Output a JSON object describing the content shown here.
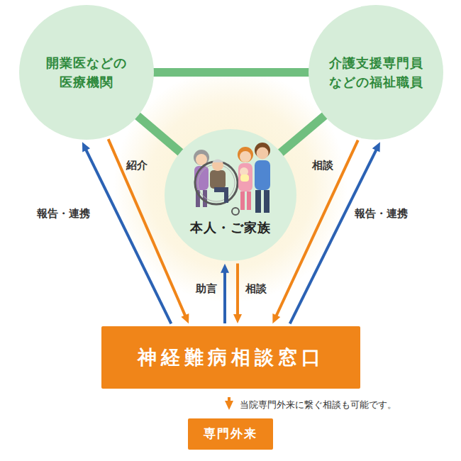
{
  "diagram": {
    "nodes": [
      {
        "text": [
          "開業医などの 医療機関"
        ]
      },
      {
        "text": [
          "介護支援専門員 などの福祉職員"
        ]
      },
      {
        "text": [
          "本人・ご家族"
        ]
      },
      {
        "text": [
          "神経難病相談窓口"
        ]
      },
      {
        "text": [
          "専門外来"
        ]
      }
    ],
    "edges": [
      {
        "from": 0,
        "to": 1,
        "arrow": "none"
      },
      {
        "from": 0,
        "to": 2,
        "arrow": "none"
      },
      {
        "from": 1,
        "to": 2,
        "arrow": "none"
      },
      {
        "from": 0,
        "to": 3,
        "label": "紹介",
        "arrow": "to"
      },
      {
        "from": 3,
        "to": 0,
        "label": "報告・連携",
        "arrow": "to"
      },
      {
        "from": 1,
        "to": 3,
        "label": "相談",
        "arrow": "to"
      },
      {
        "from": 3,
        "to": 1,
        "label": "報告・連携",
        "arrow": "to"
      },
      {
        "from": 3,
        "to": 2,
        "label": "助言",
        "arrow": "to"
      },
      {
        "from": 2,
        "to": 3,
        "label": "相談",
        "arrow": "to"
      },
      {
        "from": 3,
        "to": 4,
        "label": "当院専門外来に繋ぐ相談も可能です。",
        "arrow": "to"
      }
    ]
  }
}
